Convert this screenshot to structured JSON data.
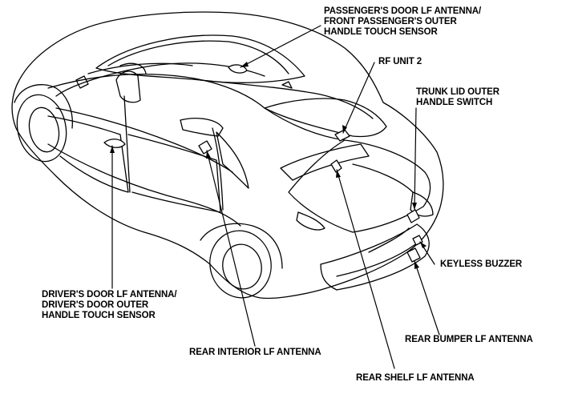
{
  "labels": {
    "passenger_door": {
      "line1": "PASSENGER'S DOOR LF ANTENNA/",
      "line2": "FRONT PASSENGER'S OUTER",
      "line3": "HANDLE TOUCH SENSOR"
    },
    "rf_unit": {
      "line1": "RF UNIT 2"
    },
    "trunk_switch": {
      "line1": "TRUNK LID OUTER",
      "line2": "HANDLE SWITCH"
    },
    "driver_door": {
      "line1": "DRIVER'S DOOR LF ANTENNA/",
      "line2": "DRIVER'S DOOR OUTER",
      "line3": "HANDLE TOUCH SENSOR"
    },
    "keyless_buzzer": {
      "line1": "KEYLESS BUZZER"
    },
    "rear_bumper": {
      "line1": "REAR BUMPER LF ANTENNA"
    },
    "rear_interior": {
      "line1": "REAR INTERIOR LF ANTENNA"
    },
    "rear_shelf": {
      "line1": "REAR SHELF LF ANTENNA"
    }
  },
  "colors": {
    "ink": "#000000",
    "paper": "#ffffff"
  }
}
